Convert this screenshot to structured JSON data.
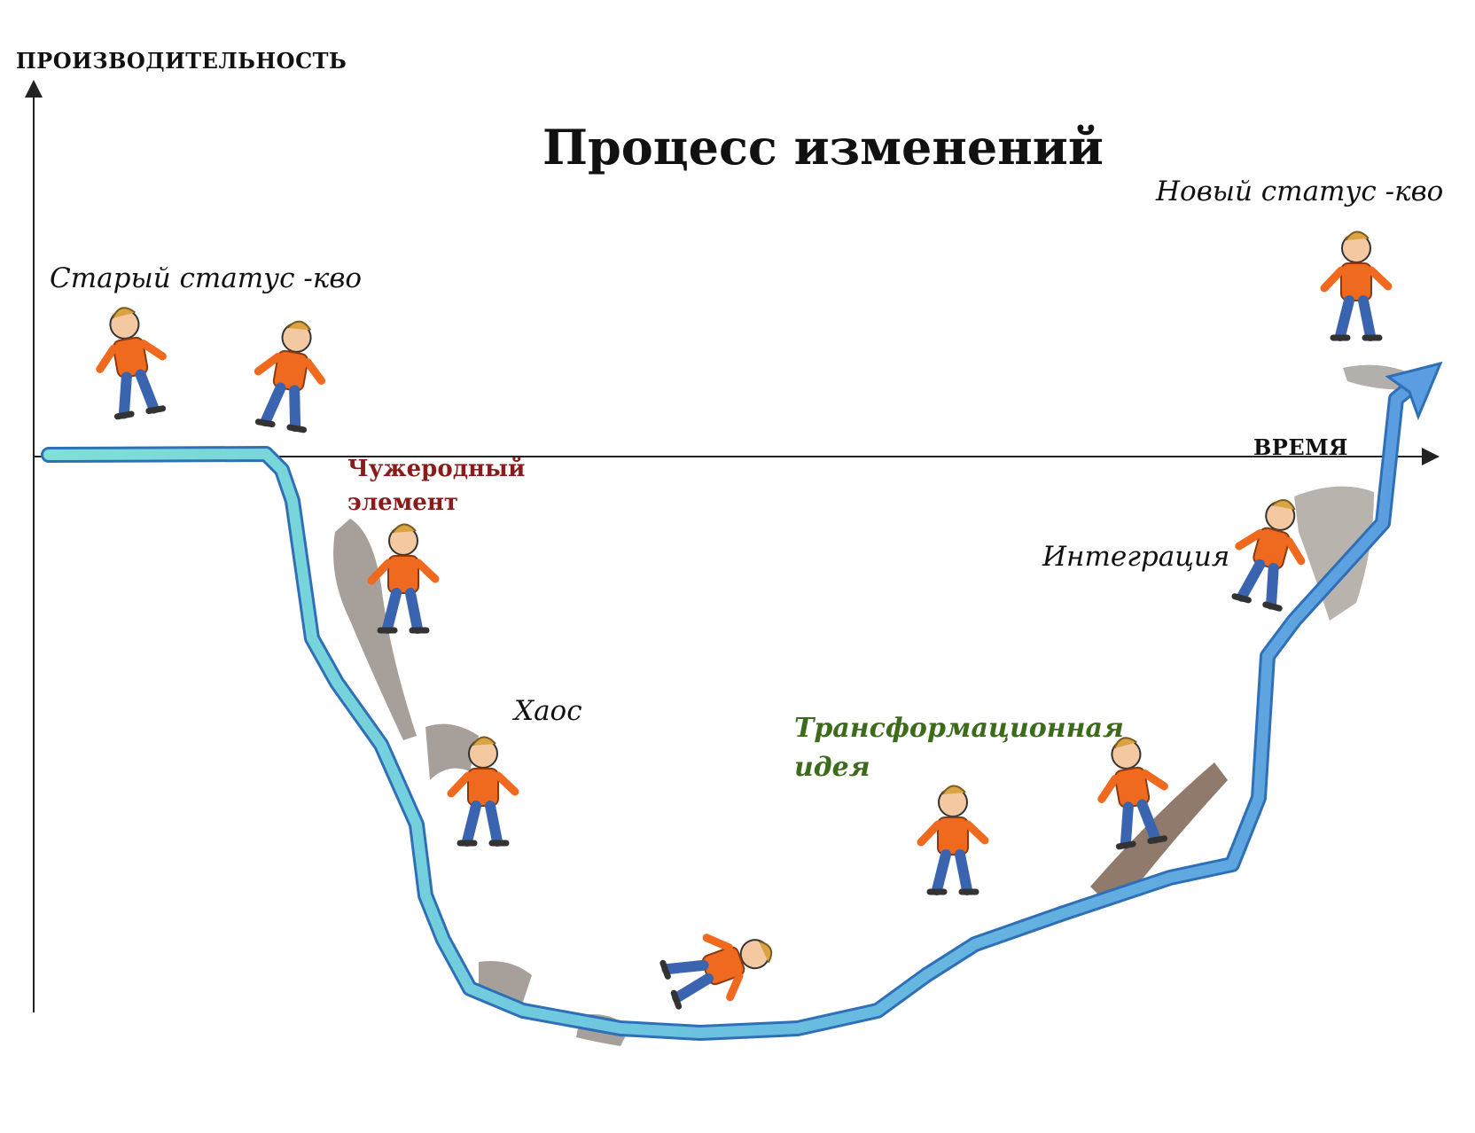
{
  "diagram": {
    "title": "Процесс изменений",
    "y_axis_label": "ПРОИЗВОДИТЕЛЬНОСТЬ",
    "x_axis_label": "ВРЕМЯ",
    "stages": {
      "old_status_quo": "Старый статус -кво",
      "foreign_element_line1": "Чужеродный",
      "foreign_element_line2": "элемент",
      "chaos": "Хаос",
      "transforming_idea_line1": "Трансформационная",
      "transforming_idea_line2": "идея",
      "integration": "Интеграция",
      "new_status_quo": "Новый статус -кво"
    },
    "colors": {
      "curve_left": "#6fd6d0",
      "curve_right": "#5a9de0",
      "curve_outline": "#2f6fb8",
      "shirt": "#ef6a1e",
      "pants": "#3a64b0",
      "rock": "#8a8078",
      "label_red": "#8b1a1a",
      "label_green": "#3d6b1c"
    }
  }
}
